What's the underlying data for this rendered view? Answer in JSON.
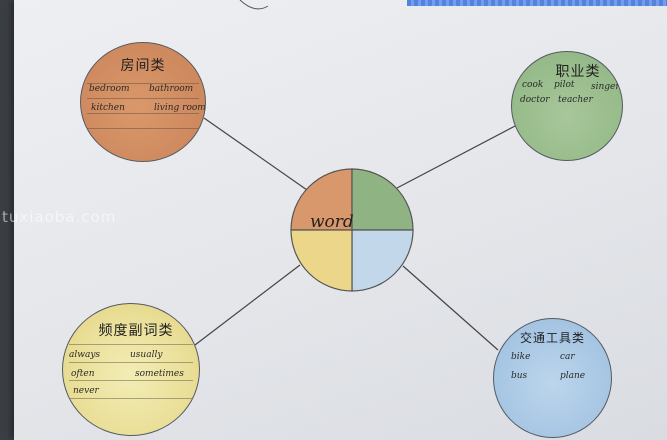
{
  "center": {
    "word": "word"
  },
  "rooms": {
    "title": "房间类",
    "words": [
      "bedroom",
      "bathroom",
      "kitchen",
      "living room"
    ]
  },
  "jobs": {
    "title": "职业类",
    "words": [
      "cook",
      "pilot",
      "singer",
      "doctor",
      "teacher"
    ]
  },
  "frequency": {
    "title": "频度副词类",
    "words": [
      "always",
      "usually",
      "often",
      "sometimes",
      "never"
    ]
  },
  "transport": {
    "title": "交通工具类",
    "words": [
      "bike",
      "car",
      "bus",
      "plane"
    ]
  },
  "watermark": "tuxiaoba.com",
  "colors": {
    "rooms": "#d08c60",
    "jobs": "#98bc8b",
    "frequency": "#eadf98",
    "transport": "#a8c7e4"
  }
}
